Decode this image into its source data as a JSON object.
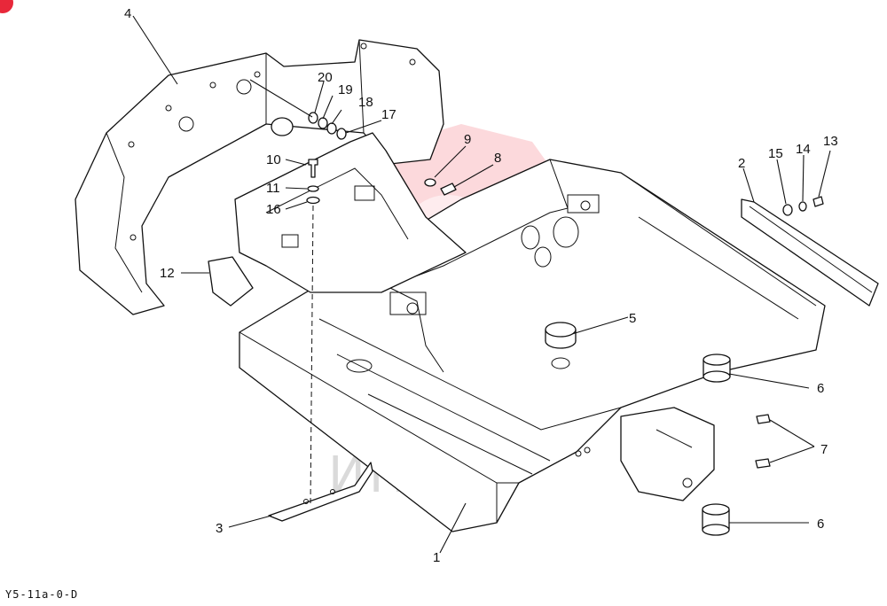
{
  "diagram": {
    "callouts": [
      "1",
      "2",
      "3",
      "4",
      "5",
      "6",
      "6",
      "7",
      "8",
      "9",
      "10",
      "11",
      "12",
      "13",
      "14",
      "15",
      "16",
      "17",
      "18",
      "19",
      "20"
    ],
    "watermark_text": "ИНТЕХ",
    "drawing_code": "Y5-11a-0-D",
    "accent_color": "#e8283a"
  }
}
